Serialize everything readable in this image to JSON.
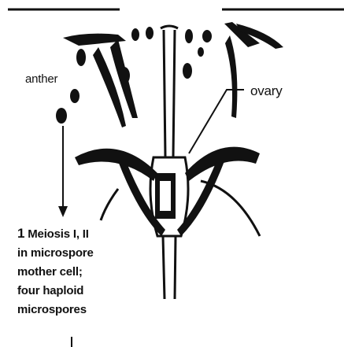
{
  "labels": {
    "anther": "anther",
    "ovary": "ovary"
  },
  "step": {
    "number": "1",
    "lines": [
      "Meiosis I, II",
      "in microspore",
      "mother cell;",
      "four haploid",
      "microspores"
    ]
  },
  "colors": {
    "ink": "#111111",
    "paper": "#ffffff"
  }
}
